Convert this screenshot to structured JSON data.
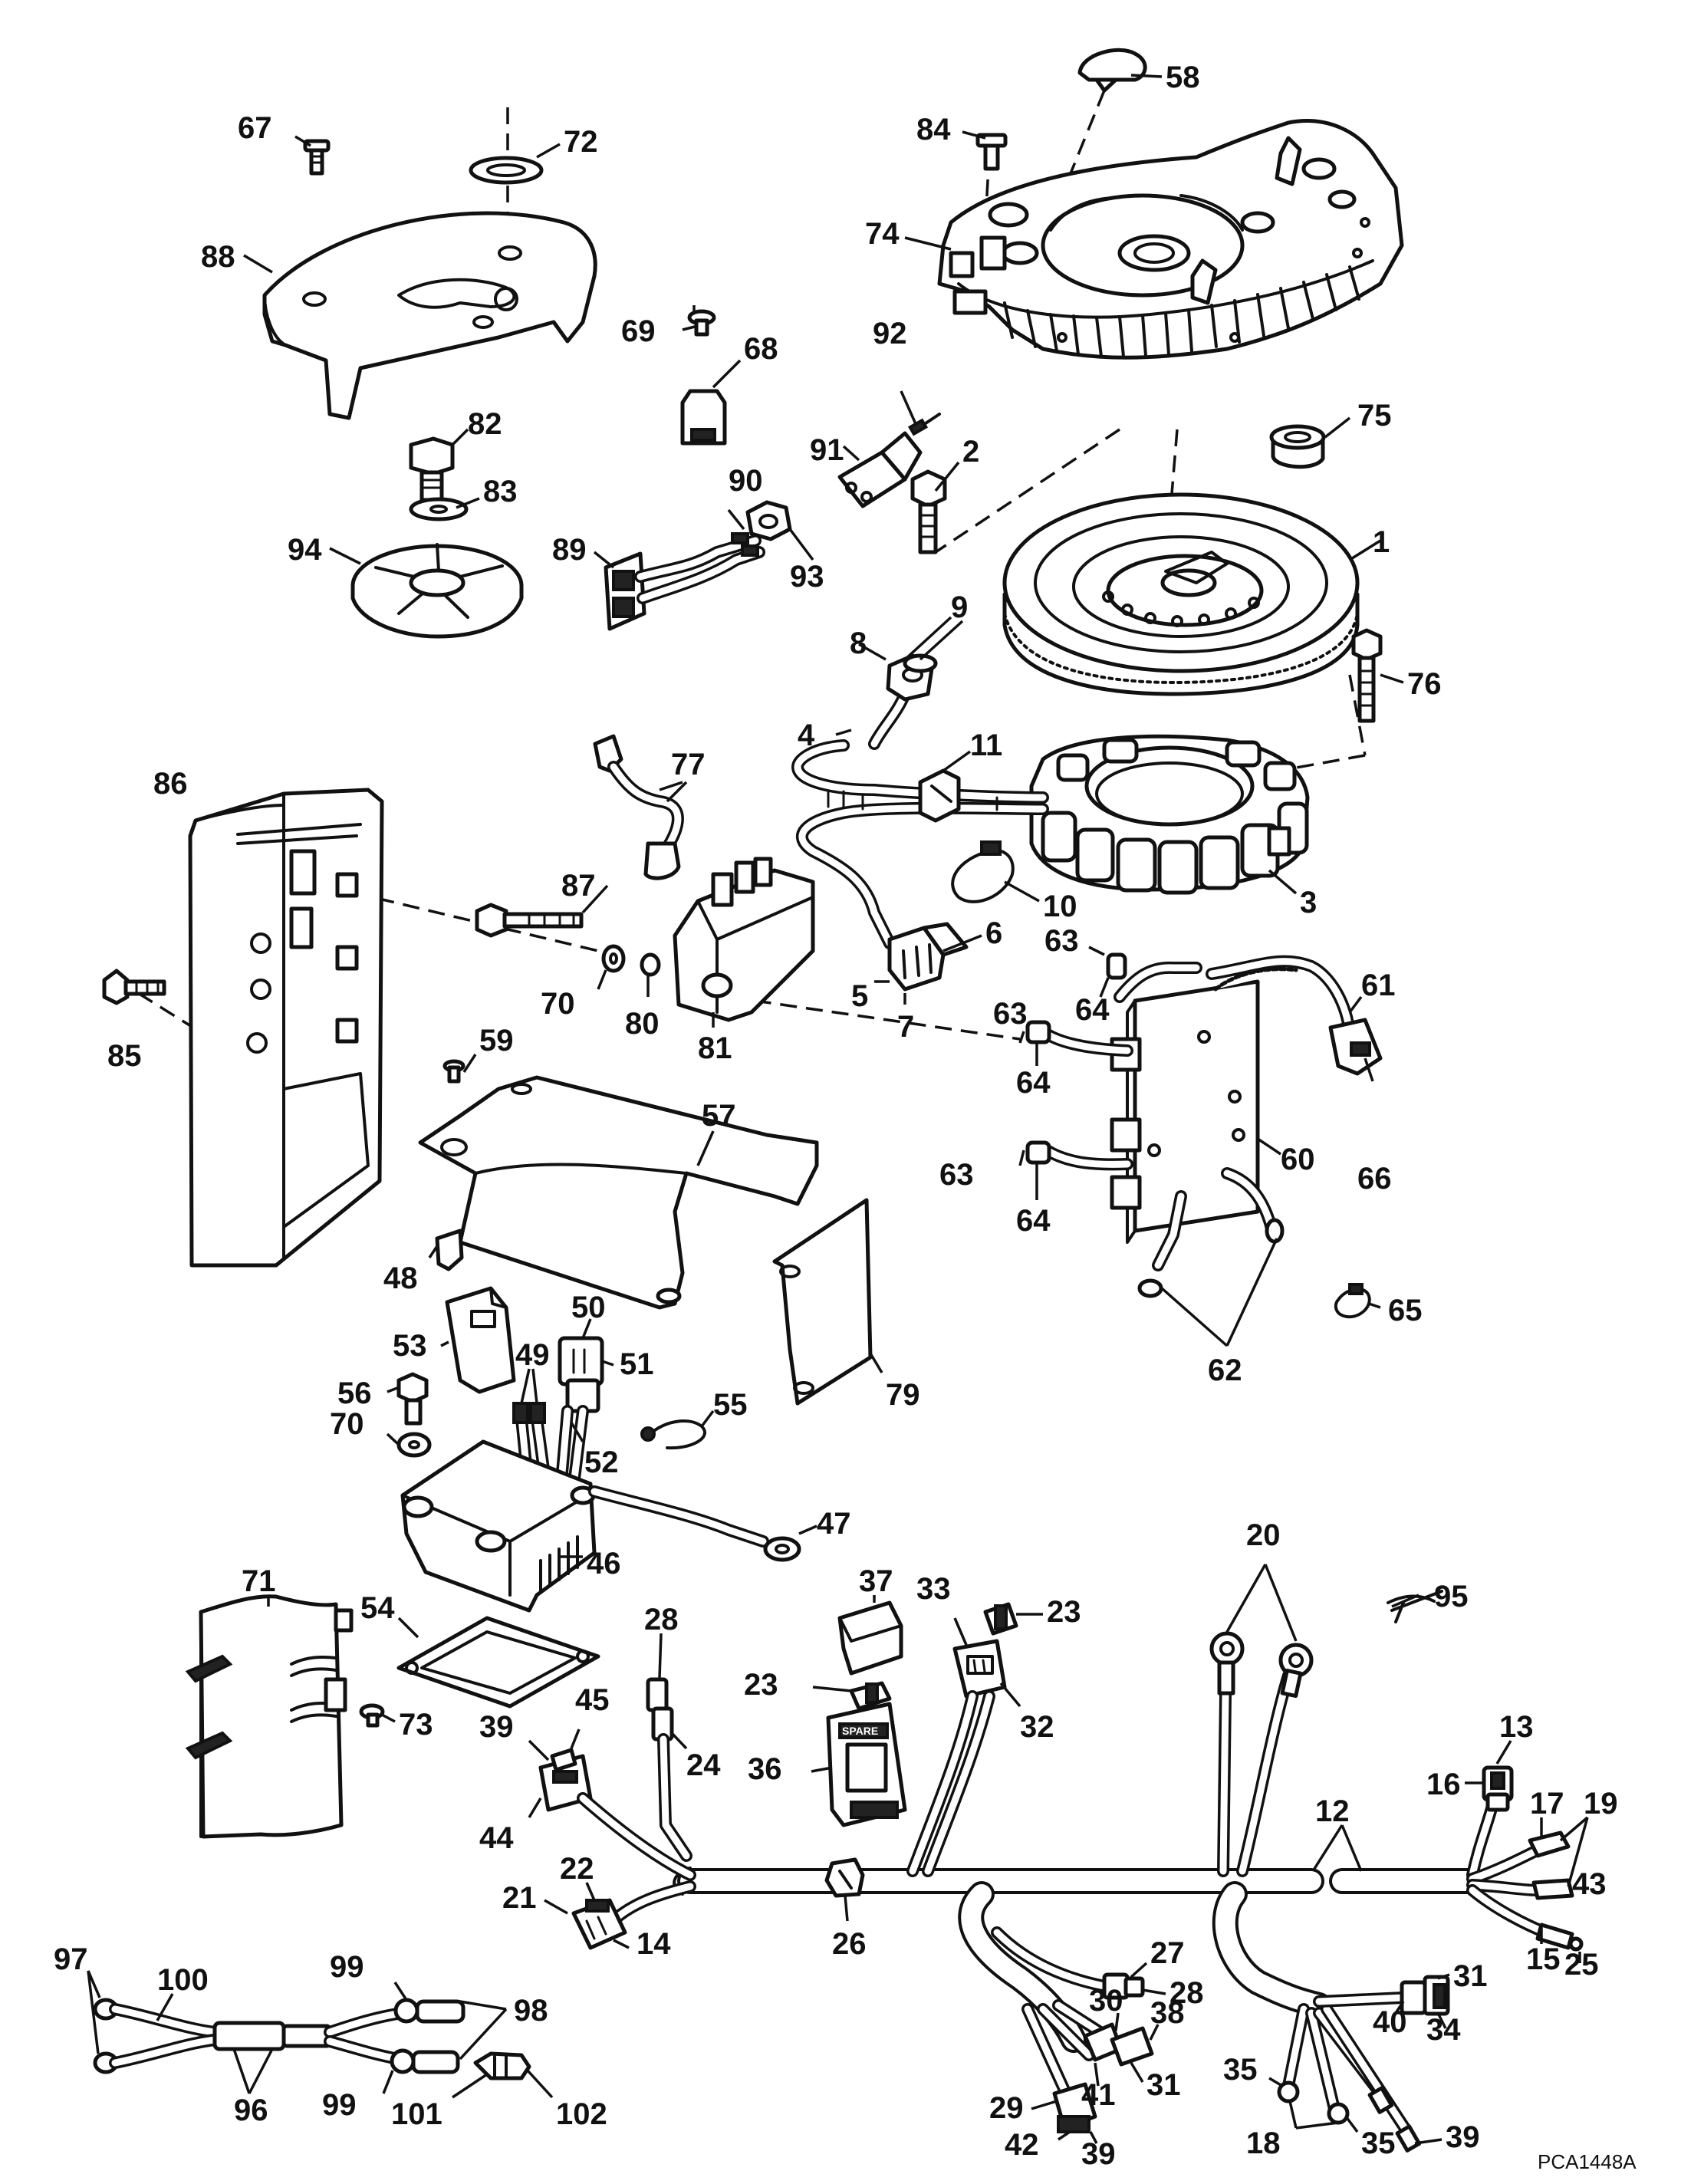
{
  "drawing_ref": "PCA1448A",
  "spare_label": "SPARE",
  "callouts": [
    "1",
    "2",
    "3",
    "4",
    "5",
    "6",
    "7",
    "8",
    "9",
    "10",
    "11",
    "12",
    "13",
    "14",
    "15",
    "16",
    "17",
    "18",
    "19",
    "20",
    "21",
    "22",
    "23",
    "23",
    "24",
    "25",
    "26",
    "27",
    "28",
    "28",
    "29",
    "30",
    "31",
    "31",
    "32",
    "33",
    "34",
    "35",
    "35",
    "36",
    "37",
    "38",
    "39",
    "39",
    "39",
    "40",
    "41",
    "42",
    "43",
    "44",
    "45",
    "46",
    "47",
    "48",
    "49",
    "50",
    "51",
    "52",
    "53",
    "54",
    "55",
    "56",
    "57",
    "58",
    "59",
    "60",
    "61",
    "62",
    "63",
    "63",
    "63",
    "64",
    "64",
    "64",
    "65",
    "66",
    "67",
    "68",
    "69",
    "70",
    "70",
    "71",
    "72",
    "73",
    "74",
    "75",
    "76",
    "77",
    "79",
    "80",
    "81",
    "82",
    "83",
    "84",
    "85",
    "86",
    "87",
    "88",
    "89",
    "90",
    "91",
    "92",
    "93",
    "94",
    "95",
    "96",
    "97",
    "98",
    "99",
    "99",
    "100",
    "101",
    "102"
  ]
}
